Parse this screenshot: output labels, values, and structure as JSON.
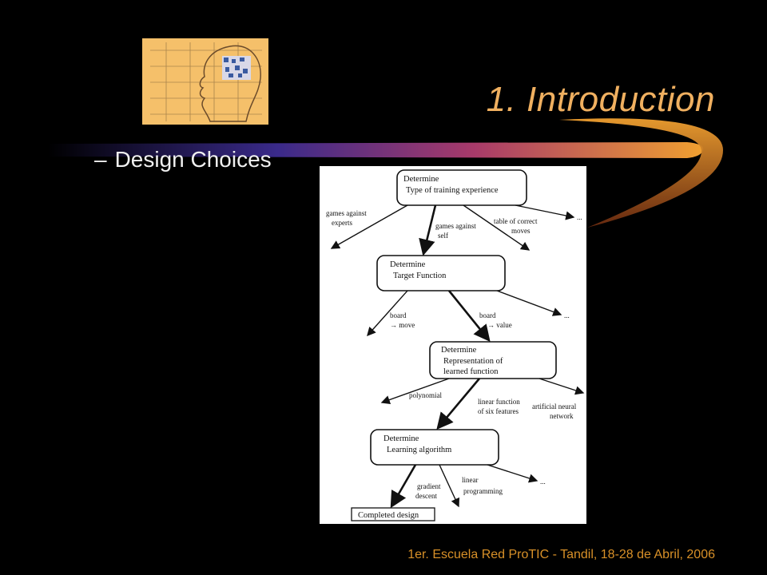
{
  "slide": {
    "title": "1. Introduction",
    "bullet_dash": "–",
    "bullet": "Design Choices",
    "footer": "1er. Escuela Red ProTIC - Tandil, 18-28 de Abril, 2006"
  },
  "logo": {
    "icon": "head-silhouette-icon",
    "background": "#f5c06a"
  },
  "colors": {
    "title": "#f0b060",
    "footer": "#d89028",
    "swoosh_start": "#3a2a8a",
    "swoosh_end": "#f0a030"
  },
  "diagram": {
    "nodes": {
      "training": [
        "Determine",
        "Type of training experience"
      ],
      "target": [
        "Determine",
        "Target Function"
      ],
      "representation": [
        "Determine",
        "Representation of",
        "learned function"
      ],
      "algorithm": [
        "Determine",
        "Learning algorithm"
      ],
      "completed": "Completed design"
    },
    "labels": {
      "games_experts": [
        "games against",
        "experts"
      ],
      "games_self": [
        "games against",
        "self"
      ],
      "table_moves": [
        "table of correct",
        "moves"
      ],
      "ellipsis": "...",
      "board_move": [
        "board",
        "→ move"
      ],
      "board_value": [
        "board",
        "→ value"
      ],
      "polynomial": "polynomial",
      "linear_six": [
        "linear function",
        "of six features"
      ],
      "ann": [
        "artificial neural",
        "network"
      ],
      "gradient": [
        "gradient",
        "descent"
      ],
      "linear_prog": [
        "linear",
        "programming"
      ]
    }
  }
}
